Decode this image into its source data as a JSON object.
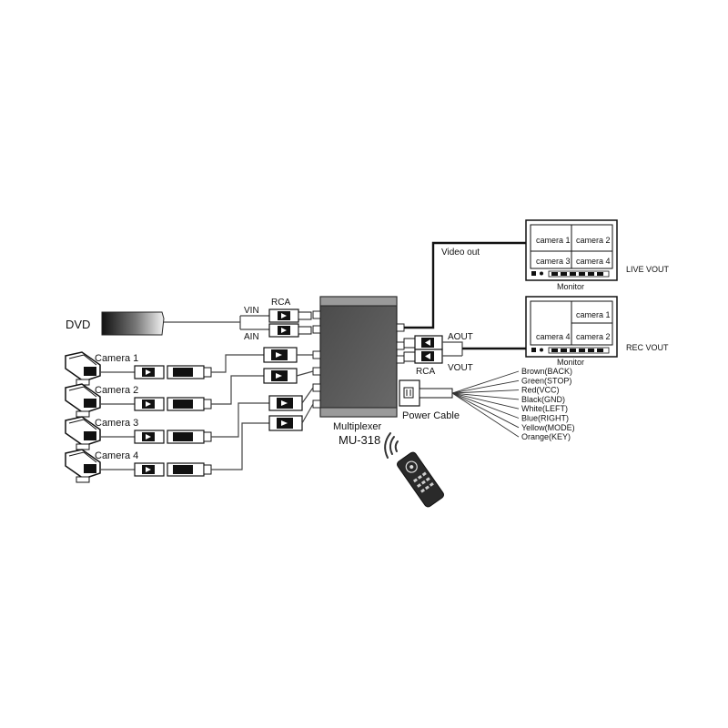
{
  "colors": {
    "line": "#111111",
    "wire": "#444444",
    "device_body": "#555555",
    "device_trim": "#9a9a9a",
    "plug_dark": "#1a1a1a"
  },
  "devices": {
    "dvd": {
      "label": "DVD"
    },
    "cameras": [
      {
        "label": "Camera 1"
      },
      {
        "label": "Camera 2"
      },
      {
        "label": "Camera 3"
      },
      {
        "label": "Camera 4"
      }
    ],
    "multiplexer": {
      "name": "Multiplexer",
      "model": "MU-318"
    },
    "monitors": [
      {
        "caption": "Monitor",
        "output_label": "LIVE VOUT",
        "tiles": [
          "camera 1",
          "camera 2",
          "camera 3",
          "camera 4"
        ]
      },
      {
        "caption": "Monitor",
        "output_label": "REC VOUT",
        "tiles": [
          "camera 1",
          "camera 4",
          "camera 2"
        ]
      }
    ]
  },
  "connectors": {
    "rca_in": "RCA",
    "vin": "VIN",
    "ain": "AIN",
    "rca_out": "RCA",
    "aout": "AOUT",
    "vout": "VOUT",
    "video_out": "Video out"
  },
  "power_cable": {
    "label": "Power Cable",
    "wires": [
      "Brown(BACK)",
      "Green(STOP)",
      "Red(VCC)",
      "Black(GND)",
      "White(LEFT)",
      "Blue(RIGHT)",
      "Yellow(MODE)",
      "Orange(KEY)"
    ]
  },
  "remote": {
    "icon": "remote-control-icon"
  }
}
